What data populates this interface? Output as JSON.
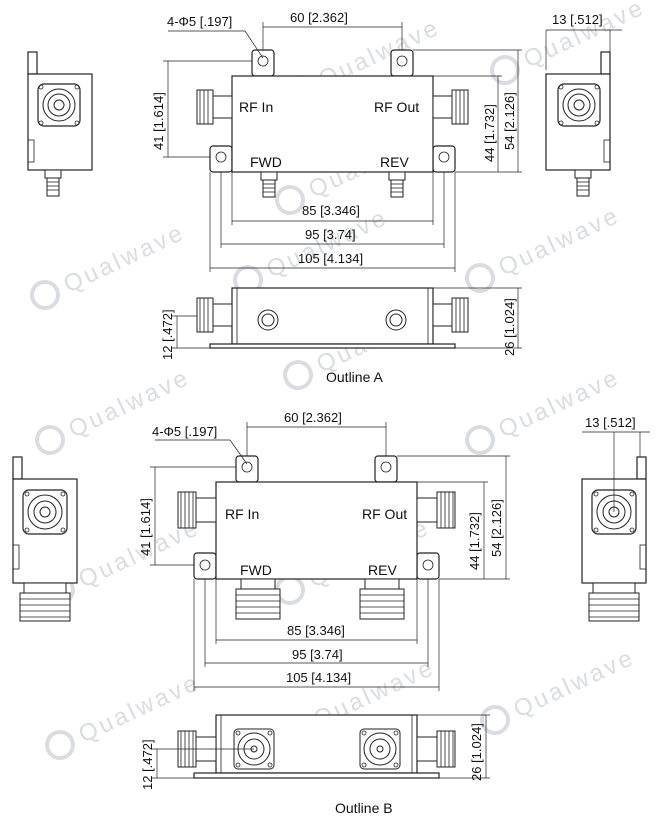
{
  "watermark": {
    "text": "Qualwave",
    "color": "#d9dde2"
  },
  "outline_a": {
    "caption": "Outline A",
    "hole_label": "4-Φ5 [.197]",
    "dim_top": "60 [2.362]",
    "dim_side_width": "13 [.512]",
    "dim_left_height": "41 [1.614]",
    "dim_right_inner": "44 [1.732]",
    "dim_right_outer": "54 [2.126]",
    "port_in": "RF In",
    "port_out": "RF Out",
    "port_fwd": "FWD",
    "port_rev": "REV",
    "dim_85": "85 [3.346]",
    "dim_95": "95 [3.74]",
    "dim_105": "105 [4.134]",
    "dim_front_left": "12 [.472]",
    "dim_front_right": "26 [1.024]"
  },
  "outline_b": {
    "caption": "Outline B",
    "hole_label": "4-Φ5 [.197]",
    "dim_top": "60 [2.362]",
    "dim_side_width": "13 [.512]",
    "dim_left_height": "41 [1.614]",
    "dim_right_inner": "44 [1.732]",
    "dim_right_outer": "54 [2.126]",
    "port_in": "RF In",
    "port_out": "RF Out",
    "port_fwd": "FWD",
    "port_rev": "REV",
    "dim_85": "85 [3.346]",
    "dim_95": "95 [3.74]",
    "dim_105": "105 [4.134]",
    "dim_front_left": "12 [.472]",
    "dim_front_right": "26 [1.024]"
  }
}
